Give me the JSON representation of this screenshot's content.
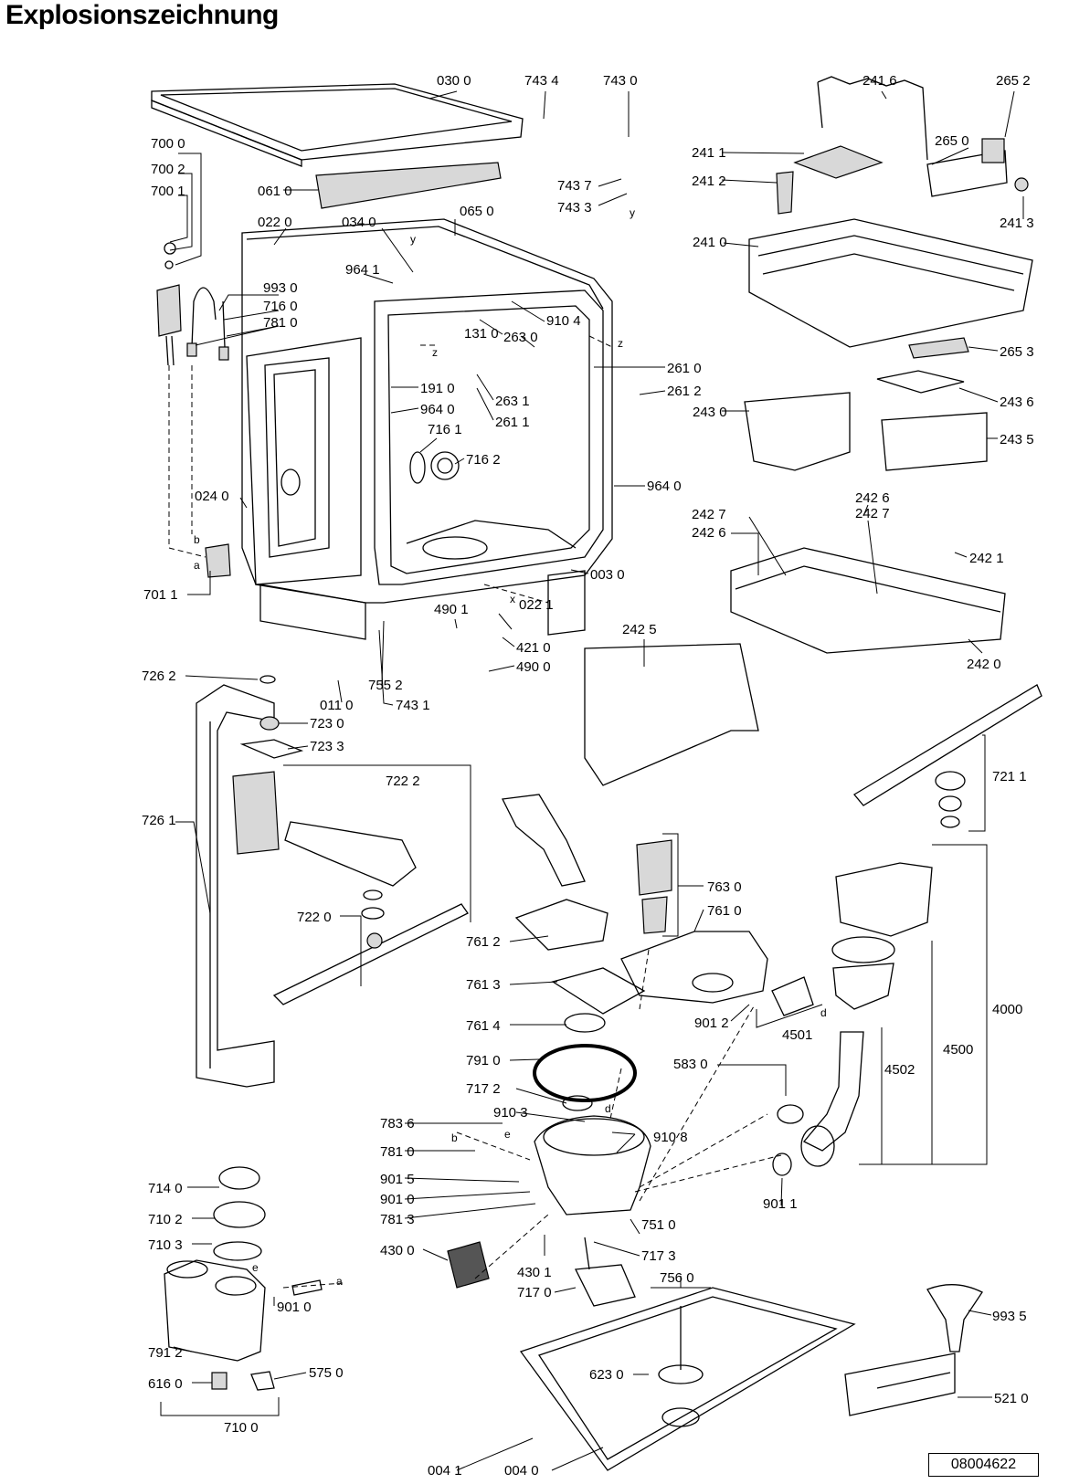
{
  "title": "Explosionszeichnung",
  "reference": "08004622",
  "labels": [
    {
      "id": "l0300",
      "text": "030 0"
    },
    {
      "id": "l7434",
      "text": "743 4"
    },
    {
      "id": "l7430",
      "text": "743 0"
    },
    {
      "id": "l7000",
      "text": "700 0"
    },
    {
      "id": "l7002",
      "text": "700 2"
    },
    {
      "id": "l7001",
      "text": "700 1"
    },
    {
      "id": "l0610",
      "text": "061 0"
    },
    {
      "id": "l7437",
      "text": "743 7"
    },
    {
      "id": "l7433",
      "text": "743 3"
    },
    {
      "id": "l0220",
      "text": "022 0"
    },
    {
      "id": "l0340",
      "text": "034 0"
    },
    {
      "id": "l0650",
      "text": "065 0"
    },
    {
      "id": "l9641a",
      "text": "964 1"
    },
    {
      "id": "l9930",
      "text": "993 0"
    },
    {
      "id": "l7160",
      "text": "716 0"
    },
    {
      "id": "l7810a",
      "text": "781 0"
    },
    {
      "id": "l9104",
      "text": "910 4"
    },
    {
      "id": "l1310",
      "text": "131 0"
    },
    {
      "id": "l2630",
      "text": "263 0"
    },
    {
      "id": "l2610",
      "text": "261 0"
    },
    {
      "id": "l1910",
      "text": "191 0"
    },
    {
      "id": "l2612",
      "text": "261 2"
    },
    {
      "id": "l9640a",
      "text": "964 0"
    },
    {
      "id": "l2631",
      "text": "263 1"
    },
    {
      "id": "l2611",
      "text": "261 1"
    },
    {
      "id": "l7161",
      "text": "716 1"
    },
    {
      "id": "l7162",
      "text": "716 2"
    },
    {
      "id": "l9640b",
      "text": "964 0"
    },
    {
      "id": "l0240",
      "text": "024 0"
    },
    {
      "id": "l0030",
      "text": "003 0"
    },
    {
      "id": "l7011",
      "text": "701 1"
    },
    {
      "id": "l4901",
      "text": "490 1"
    },
    {
      "id": "l0221",
      "text": "022 1"
    },
    {
      "id": "l4210",
      "text": "421 0"
    },
    {
      "id": "l4900",
      "text": "490 0"
    },
    {
      "id": "l7262",
      "text": "726 2"
    },
    {
      "id": "l7552",
      "text": "755 2"
    },
    {
      "id": "l0110",
      "text": "011 0"
    },
    {
      "id": "l7431",
      "text": "743 1"
    },
    {
      "id": "l7230",
      "text": "723 0"
    },
    {
      "id": "l7233",
      "text": "723 3"
    },
    {
      "id": "l7222",
      "text": "722 2"
    },
    {
      "id": "l7261",
      "text": "726 1"
    },
    {
      "id": "l7220",
      "text": "722 0"
    },
    {
      "id": "l2416",
      "text": "241 6"
    },
    {
      "id": "l2652",
      "text": "265 2"
    },
    {
      "id": "l2650",
      "text": "265 0"
    },
    {
      "id": "l2411",
      "text": "241 1"
    },
    {
      "id": "l2412",
      "text": "241 2"
    },
    {
      "id": "l2413",
      "text": "241 3"
    },
    {
      "id": "l2410",
      "text": "241 0"
    },
    {
      "id": "l2653",
      "text": "265 3"
    },
    {
      "id": "l2436",
      "text": "243 6"
    },
    {
      "id": "l2430",
      "text": "243 0"
    },
    {
      "id": "l2435",
      "text": "243 5"
    },
    {
      "id": "l2426a",
      "text": "242 6"
    },
    {
      "id": "l2427a",
      "text": "242 7"
    },
    {
      "id": "l2427b",
      "text": "242 7"
    },
    {
      "id": "l2426b",
      "text": "242 6"
    },
    {
      "id": "l2421",
      "text": "242 1"
    },
    {
      "id": "l2420",
      "text": "242 0"
    },
    {
      "id": "l2425",
      "text": "242 5"
    },
    {
      "id": "l7211",
      "text": "721 1"
    },
    {
      "id": "l7630",
      "text": "763 0"
    },
    {
      "id": "l7610",
      "text": "761 0"
    },
    {
      "id": "l7612",
      "text": "761 2"
    },
    {
      "id": "l7613",
      "text": "761 3"
    },
    {
      "id": "l7614",
      "text": "761 4"
    },
    {
      "id": "l9012",
      "text": "901 2"
    },
    {
      "id": "l4501",
      "text": "4501"
    },
    {
      "id": "l4000",
      "text": "4000"
    },
    {
      "id": "l4500",
      "text": "4500"
    },
    {
      "id": "l4502",
      "text": "4502"
    },
    {
      "id": "l7910",
      "text": "791 0"
    },
    {
      "id": "l5830",
      "text": "583 0"
    },
    {
      "id": "l7172",
      "text": "717 2"
    },
    {
      "id": "l9103",
      "text": "910 3"
    },
    {
      "id": "l9108",
      "text": "910 8"
    },
    {
      "id": "l7836",
      "text": "783 6"
    },
    {
      "id": "l7810b",
      "text": "781 0"
    },
    {
      "id": "l9015",
      "text": "901 5"
    },
    {
      "id": "l9010a",
      "text": "901 0"
    },
    {
      "id": "l7813",
      "text": "781 3"
    },
    {
      "id": "l9011",
      "text": "901 1"
    },
    {
      "id": "l7140",
      "text": "714 0"
    },
    {
      "id": "l7102",
      "text": "710 2"
    },
    {
      "id": "l7103",
      "text": "710 3"
    },
    {
      "id": "l7510",
      "text": "751 0"
    },
    {
      "id": "l4300",
      "text": "430 0"
    },
    {
      "id": "l7173",
      "text": "717 3"
    },
    {
      "id": "l4301",
      "text": "430 1"
    },
    {
      "id": "l7560",
      "text": "756 0"
    },
    {
      "id": "l7170",
      "text": "717 0"
    },
    {
      "id": "l9010b",
      "text": "901 0"
    },
    {
      "id": "l9935",
      "text": "993 5"
    },
    {
      "id": "l7912",
      "text": "791 2"
    },
    {
      "id": "l5750",
      "text": "575 0"
    },
    {
      "id": "l6230",
      "text": "623 0"
    },
    {
      "id": "l6160",
      "text": "616 0"
    },
    {
      "id": "l5210",
      "text": "521 0"
    },
    {
      "id": "l7100",
      "text": "710 0"
    },
    {
      "id": "l0041",
      "text": "004 1"
    },
    {
      "id": "l0040",
      "text": "004 0"
    }
  ],
  "letters": [
    {
      "id": "ca",
      "text": "a"
    },
    {
      "id": "cb",
      "text": "b"
    },
    {
      "id": "cz1",
      "text": "z"
    },
    {
      "id": "cz2",
      "text": "z"
    },
    {
      "id": "cx",
      "text": "x"
    },
    {
      "id": "cy1",
      "text": "y"
    },
    {
      "id": "cy2",
      "text": "y"
    },
    {
      "id": "cd1",
      "text": "d"
    },
    {
      "id": "cd2",
      "text": "d"
    },
    {
      "id": "cb2",
      "text": "b"
    },
    {
      "id": "ce1",
      "text": "e"
    },
    {
      "id": "ce2",
      "text": "e"
    },
    {
      "id": "ca2",
      "text": "a"
    }
  ]
}
